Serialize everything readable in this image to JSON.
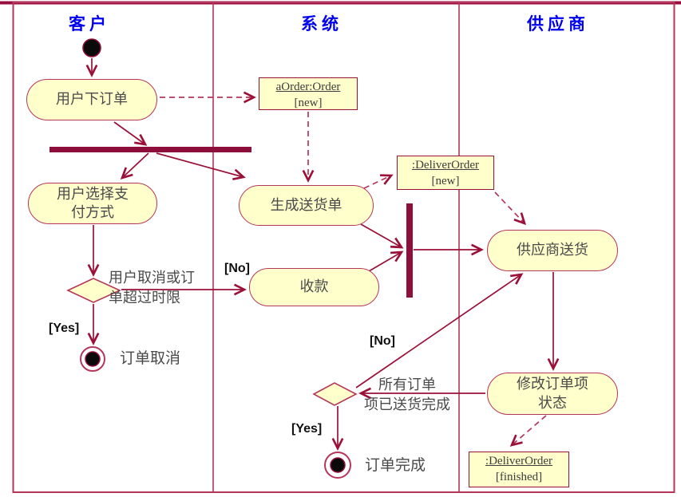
{
  "diagram": {
    "colors": {
      "accent": "#9a1039",
      "bar": "#8e0e3c",
      "shape_fill": "#ffffcc",
      "shape_stroke": "#b5365a",
      "header_text": "#0000ee",
      "body_text": "#4a4a4a"
    },
    "lanes": [
      {
        "label": "客户"
      },
      {
        "label": "系统"
      },
      {
        "label": "供应商"
      }
    ],
    "activities": {
      "place_order": {
        "label": "用户下订单"
      },
      "choose_payment": {
        "label": "用户选择支\n付方式"
      },
      "generate_delivery": {
        "label": "生成送货单"
      },
      "collect_payment": {
        "label": "收款"
      },
      "supplier_deliver": {
        "label": "供应商送货"
      },
      "update_item_status": {
        "label": "修改订单项\n状态"
      }
    },
    "objects": {
      "order_new": {
        "name": "aOrder:Order",
        "state": "[new]"
      },
      "deliver_order_new": {
        "name": ":DeliverOrder",
        "state": "[new]"
      },
      "deliver_order_finished": {
        "name": ":DeliverOrder",
        "state": "[finished]"
      }
    },
    "guards": {
      "cancel_no": "[No]",
      "cancel_yes": "[Yes]",
      "complete_no": "[No]",
      "complete_yes": "[Yes]"
    },
    "edge_labels": {
      "cancel_condition": "用户取消或订\n单超过时限",
      "all_items_delivered": "所有订单\n项已送货完成"
    },
    "final_labels": {
      "order_cancelled": "订单取消",
      "order_completed": "订单完成"
    }
  }
}
